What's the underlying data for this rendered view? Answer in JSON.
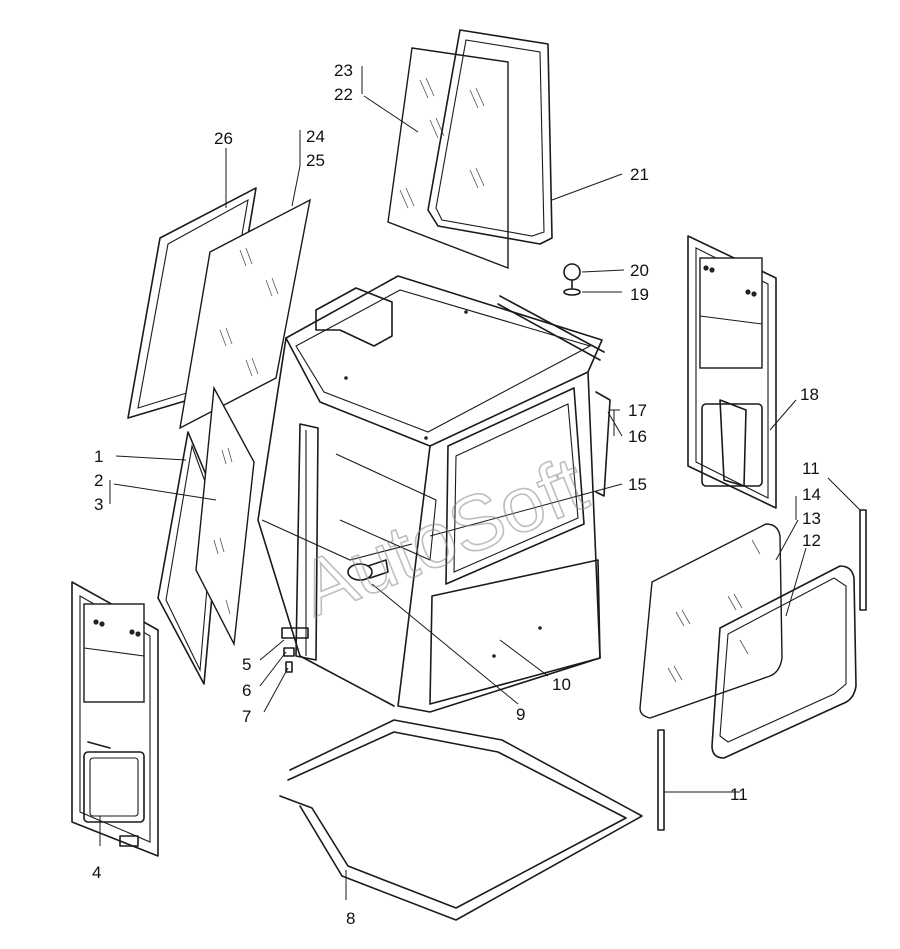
{
  "watermark": "AutoSoft",
  "callouts": {
    "c1": "1",
    "c2": "2",
    "c3": "3",
    "c4": "4",
    "c5": "5",
    "c6": "6",
    "c7": "7",
    "c8": "8",
    "c9": "9",
    "c10": "10",
    "c11a": "11",
    "c11b": "11",
    "c12": "12",
    "c13": "13",
    "c14": "14",
    "c15": "15",
    "c16": "16",
    "c17": "17",
    "c18": "18",
    "c19": "19",
    "c20": "20",
    "c21": "21",
    "c22": "22",
    "c23": "23",
    "c24": "24",
    "c25": "25",
    "c26": "26"
  }
}
